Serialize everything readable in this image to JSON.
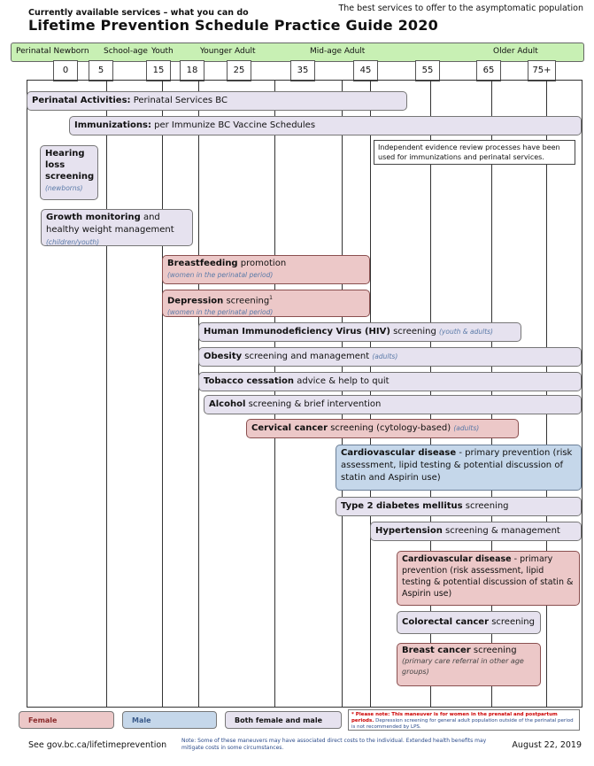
{
  "header": {
    "subtitle": "Currently available services – what you can do",
    "tagline": "The best services to offer to the asymptomatic population",
    "title": "Lifetime Prevention Schedule Practice Guide 2020"
  },
  "age_groups": [
    "Perinatal Newborn",
    "School-age",
    "Youth",
    "Younger Adult",
    "Mid-age Adult",
    "Older Adult"
  ],
  "ages": [
    "0",
    "5",
    "15",
    "18",
    "25",
    "35",
    "45",
    "55",
    "65",
    "75+"
  ],
  "services": {
    "perinatal": {
      "bold": "Perinatal Activities:",
      "rest": " Perinatal Services BC"
    },
    "immunizations": {
      "bold": "Immunizations:",
      "rest": " per Immunize BC Vaccine Schedules"
    },
    "independent": "Independent evidence review processes have been used for immunizations and perinatal services.",
    "hearing": {
      "bold": "Hearing loss screening",
      "note": "(newborns)"
    },
    "growth": {
      "bold": "Growth monitoring",
      "rest": " and healthy weight management",
      "note": "(children/youth)"
    },
    "breastfeeding": {
      "bold": "Breastfeeding",
      "rest": " promotion",
      "note": "(women in the perinatal period)"
    },
    "depression": {
      "bold": "Depression",
      "rest": " screening",
      "sup": "1",
      "note": "(women in the perinatal period)"
    },
    "hiv": {
      "bold": "Human Immunodeficiency Virus (HIV)",
      "rest": " screening ",
      "note": "(youth & adults)"
    },
    "obesity": {
      "bold": "Obesity",
      "rest": " screening and management ",
      "note": "(adults)"
    },
    "tobacco": {
      "bold": "Tobacco cessation",
      "rest": " advice & help to quit"
    },
    "alcohol": {
      "bold": "Alcohol",
      "rest": " screening & brief intervention"
    },
    "cervical": {
      "bold": "Cervical cancer",
      "rest": " screening (cytology-based) ",
      "note": "(adults)"
    },
    "cvd_male": {
      "bold": "Cardiovascular disease",
      "rest": " - primary prevention (risk assessment, lipid testing & potential discussion of statin and Aspirin use)"
    },
    "diabetes": {
      "bold": "Type 2 diabetes mellitus",
      "rest": " screening"
    },
    "hypertension": {
      "bold": "Hypertension",
      "rest": " screening & management"
    },
    "cvd_female": {
      "bold": "Cardiovascular disease",
      "rest": " - primary prevention (risk assessment, lipid testing & potential discussion of statin & Aspirin use)"
    },
    "colorectal": {
      "bold": "Colorectal cancer",
      "rest": " screening"
    },
    "breast": {
      "bold": "Breast cancer",
      "rest": " screening",
      "note": "(primary care referral in other age groups)"
    }
  },
  "legend": {
    "female": "Female",
    "male": "Male",
    "both": "Both female and male"
  },
  "please_note": {
    "red": "* Please note: This maneuver is for women in the prenatal and postpartum periods.",
    "rest": " Depression screening for general adult population outside of the perinatal period is not recommended by LPS."
  },
  "footer": {
    "url": "See gov.bc.ca/lifetimeprevention",
    "note": "Note: Some of these maneuvers may have associated direct costs to the individual. Extended health benefits may mitigate costs in some circumstances.",
    "date": "August 22, 2019"
  },
  "colors": {
    "female": "#ecc8c8",
    "male": "#c5d7ea",
    "both": "#e6e2ef",
    "age_band": "#c8f0b4"
  }
}
